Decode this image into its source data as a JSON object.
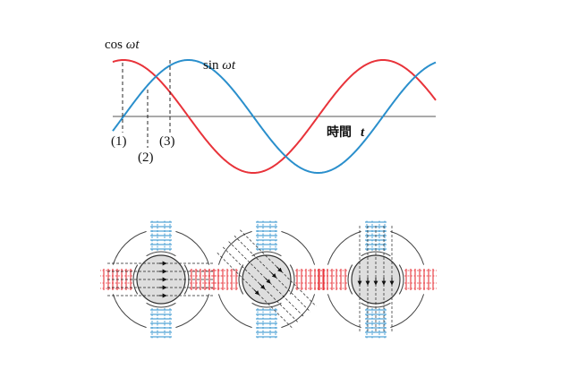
{
  "wave_plot": {
    "cos_label": "cos",
    "cos_var": "ωt",
    "sin_label": "sin",
    "sin_var": "ωt",
    "time_label": "時間",
    "time_var": "t",
    "markers": [
      "(1)",
      "(2)",
      "(3)"
    ],
    "cos_color": "#e8333a",
    "sin_color": "#2a8fcc"
  },
  "motor_panels": [
    {
      "state": "(1)",
      "field_direction": "horizontal"
    },
    {
      "state": "(2)",
      "field_direction": "diagonal"
    },
    {
      "state": "(3)",
      "field_direction": "vertical"
    }
  ],
  "colors": {
    "horizontal_coils": "#e8333a",
    "vertical_coils": "#2a8fcc",
    "rotor_fill": "#dedede",
    "axis": "#555555"
  }
}
